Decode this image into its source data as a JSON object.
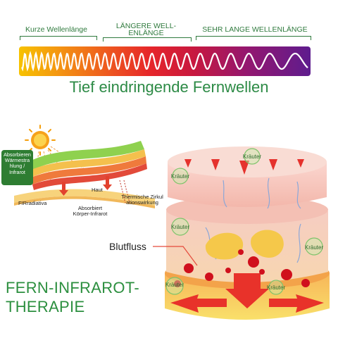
{
  "spectrum": {
    "short_label": "Kurze Wellenlänge",
    "longer_label_line1": "LÄNGERE WELL-",
    "longer_label_line2": "ENLÄNGE",
    "very_long_label": "SEHR LANGE WELLENLÄNGE",
    "colors": [
      "#f7c200",
      "#ee5a1f",
      "#e6262a",
      "#94176f",
      "#5e1c8e"
    ]
  },
  "subtitle": "Tief eindringende Fernwellen",
  "diagram": {
    "badge_lines": [
      "Absorbieren",
      "Wärmestra",
      "hlung /",
      "Infrarot"
    ],
    "fir_label": "FIRradiativa",
    "haut_label": "Haut",
    "absorbed_line1": "Absorbiert",
    "absorbed_line2": "Körper-Infrarot",
    "thermal_line1": "Thermische Zirkul",
    "thermal_line2": "ationswirkung"
  },
  "title_line1": "FERN-INFRAROT-",
  "title_line2": "THERAPIE",
  "blood_label": "Blutfluss",
  "herb_label": "Kräuter"
}
